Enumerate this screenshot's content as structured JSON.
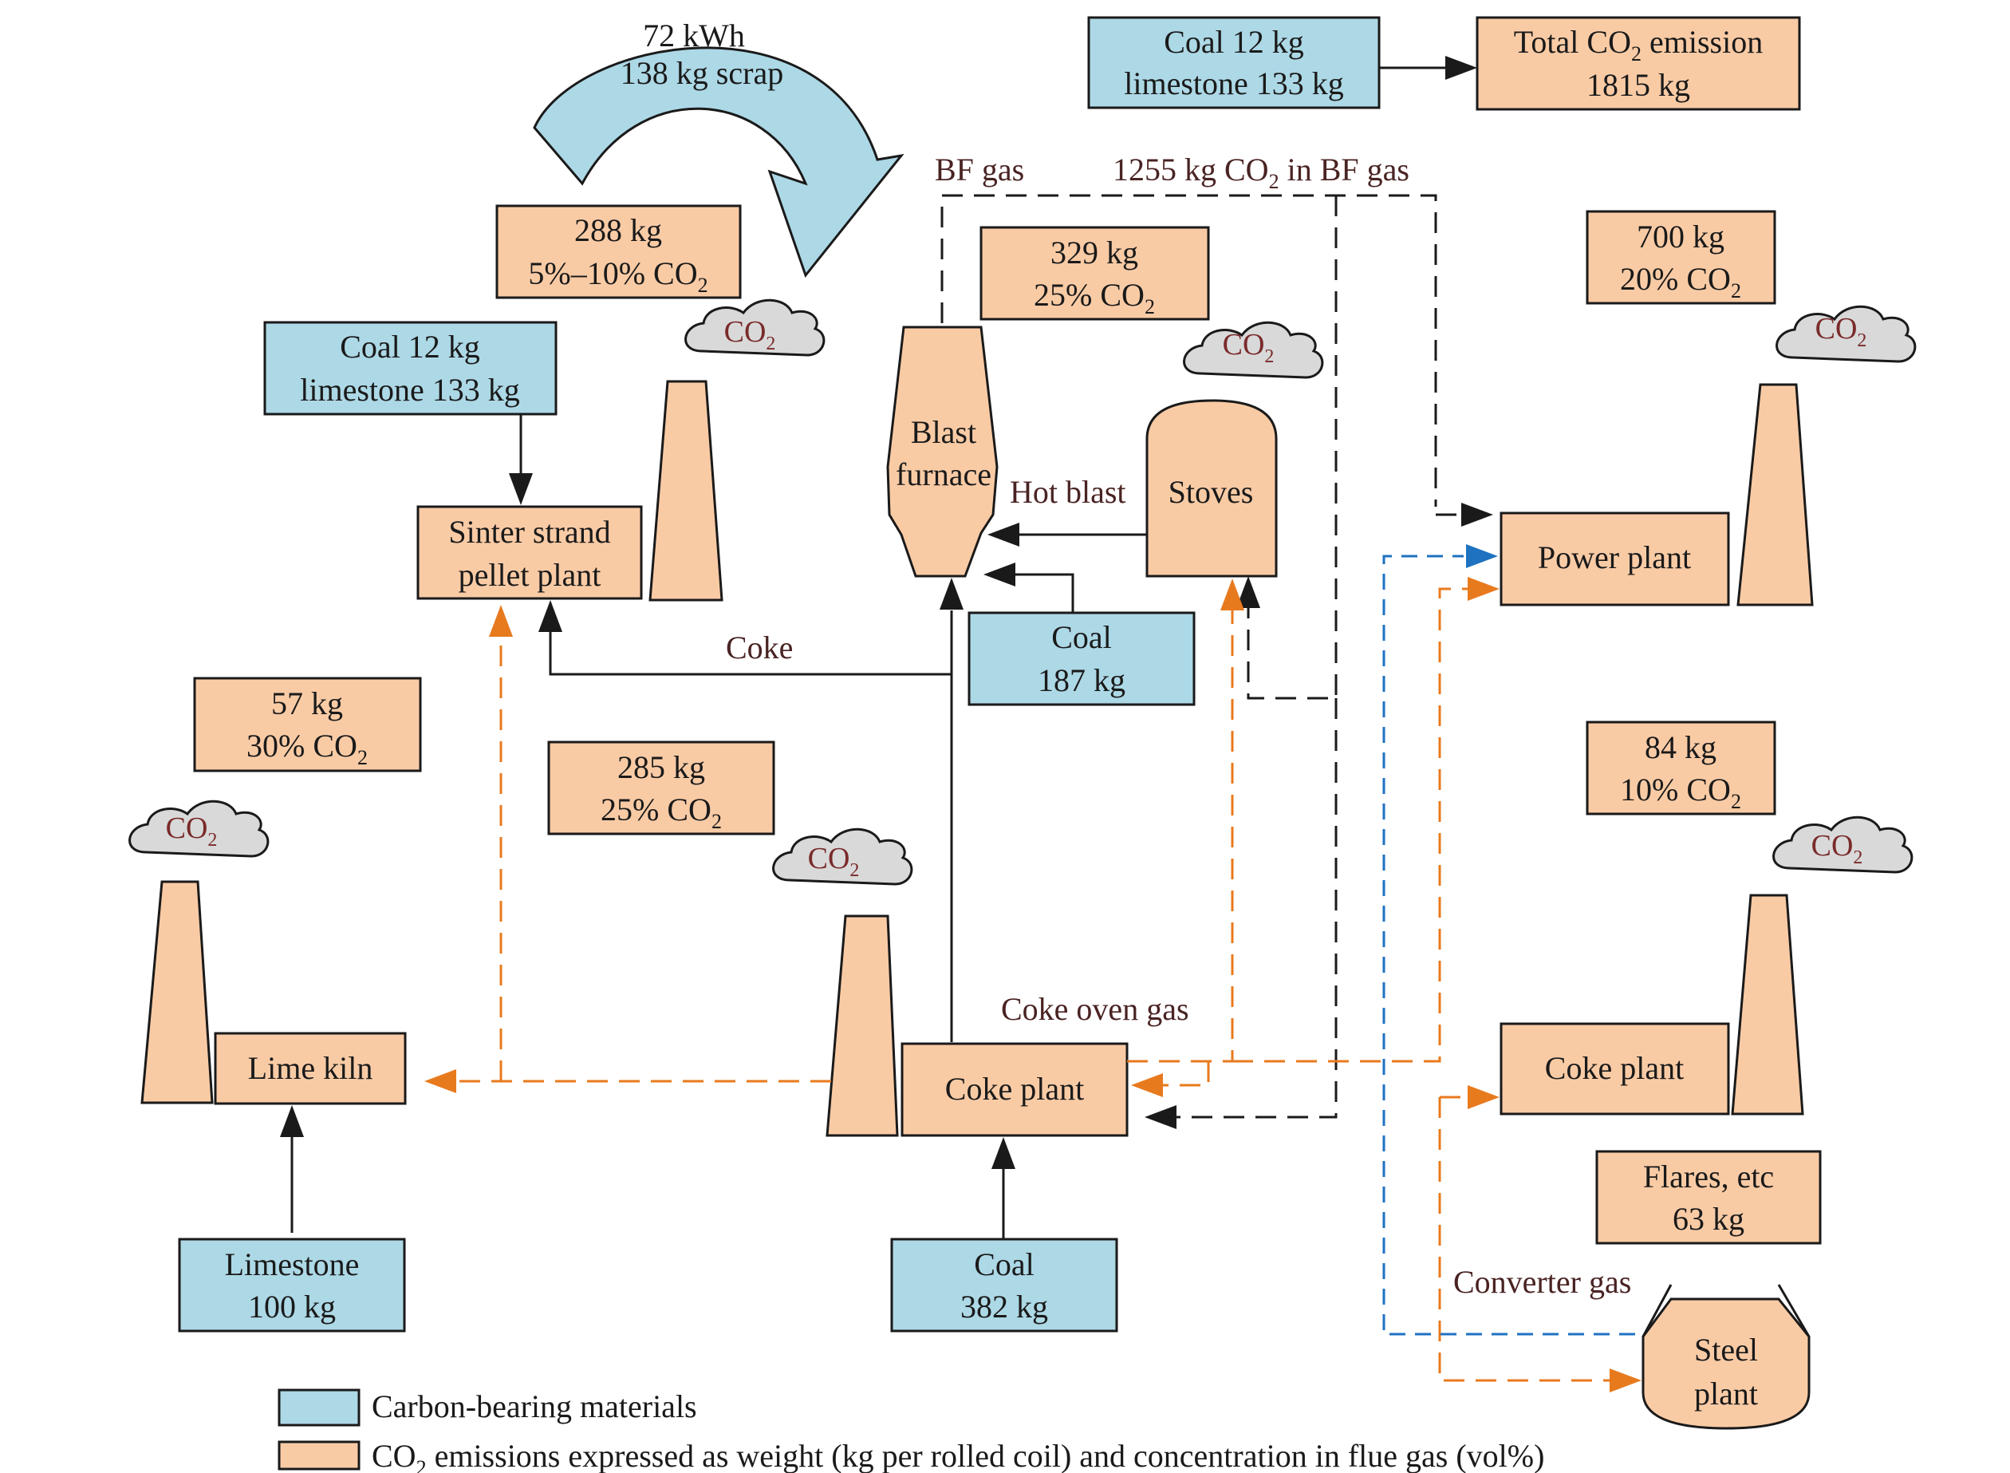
{
  "colors": {
    "carbon_materials": "#add8e6",
    "co2_emissions": "#f9cba5",
    "cloud": "#d9d9d9",
    "coke_oven_gas": "#e87a1e",
    "converter_gas": "#1f72c0",
    "bf_gas": "#1a1a1a"
  },
  "scrap_arrow": {
    "line1": "72 kWh",
    "line2": "138 kg scrap"
  },
  "top_input": {
    "line1": "Coal 12 kg",
    "line2": "limestone 133 kg"
  },
  "total_emission": {
    "line1a": "Total CO",
    "sub": "2",
    "line1b": " emission",
    "line2": "1815 kg"
  },
  "sinter": {
    "input": {
      "line1": "Coal 12 kg",
      "line2": "limestone 133 kg"
    },
    "emission": {
      "line1": "288 kg",
      "line2": "5%–10% CO",
      "sub": "2"
    },
    "process": {
      "line1": "Sinter strand",
      "line2": "pellet plant"
    }
  },
  "blast_furnace": {
    "emission": {
      "line1": "329 kg",
      "line2": "25% CO",
      "sub": "2"
    },
    "label": {
      "line1": "Blast",
      "line2": "furnace"
    },
    "stoves": "Stoves",
    "hot_blast": "Hot blast",
    "coal": {
      "line1": "Coal",
      "line2": "187 kg"
    }
  },
  "power_plant": {
    "emission": {
      "line1": "700 kg",
      "line2": "20% CO",
      "sub": "2"
    },
    "label": "Power plant"
  },
  "lime_kiln": {
    "emission": {
      "line1": "57 kg",
      "line2": "30% CO",
      "sub": "2"
    },
    "label": "Lime kiln",
    "input": {
      "line1": "Limestone",
      "line2": "100 kg"
    }
  },
  "coke_plant_main": {
    "emission": {
      "line1": "285 kg",
      "line2": "25% CO",
      "sub": "2"
    },
    "label": "Coke plant",
    "input": {
      "line1": "Coal",
      "line2": "382 kg"
    }
  },
  "coke_plant_right": {
    "emission": {
      "line1": "84 kg",
      "line2": "10% CO",
      "sub": "2"
    },
    "label": "Coke plant"
  },
  "flares": {
    "line1": "Flares, etc",
    "line2": "63 kg"
  },
  "steel_plant": {
    "line1": "Steel",
    "line2": "plant"
  },
  "cloud_label": {
    "main": "CO",
    "sub": "2"
  },
  "flow_labels": {
    "bf_gas": "BF gas",
    "bf_gas_co2_a": "1255 kg CO",
    "bf_gas_co2_sub": "2",
    "bf_gas_co2_b": "  in BF gas",
    "coke": "Coke",
    "coke_oven_gas": "Coke oven gas",
    "converter_gas": "Converter gas"
  },
  "legend": {
    "carbon": "Carbon-bearing materials",
    "co2_a": "CO",
    "co2_sub": "2",
    "co2_b": " emissions expressed as weight (kg per rolled coil) and concentration in flue gas (vol%)"
  }
}
